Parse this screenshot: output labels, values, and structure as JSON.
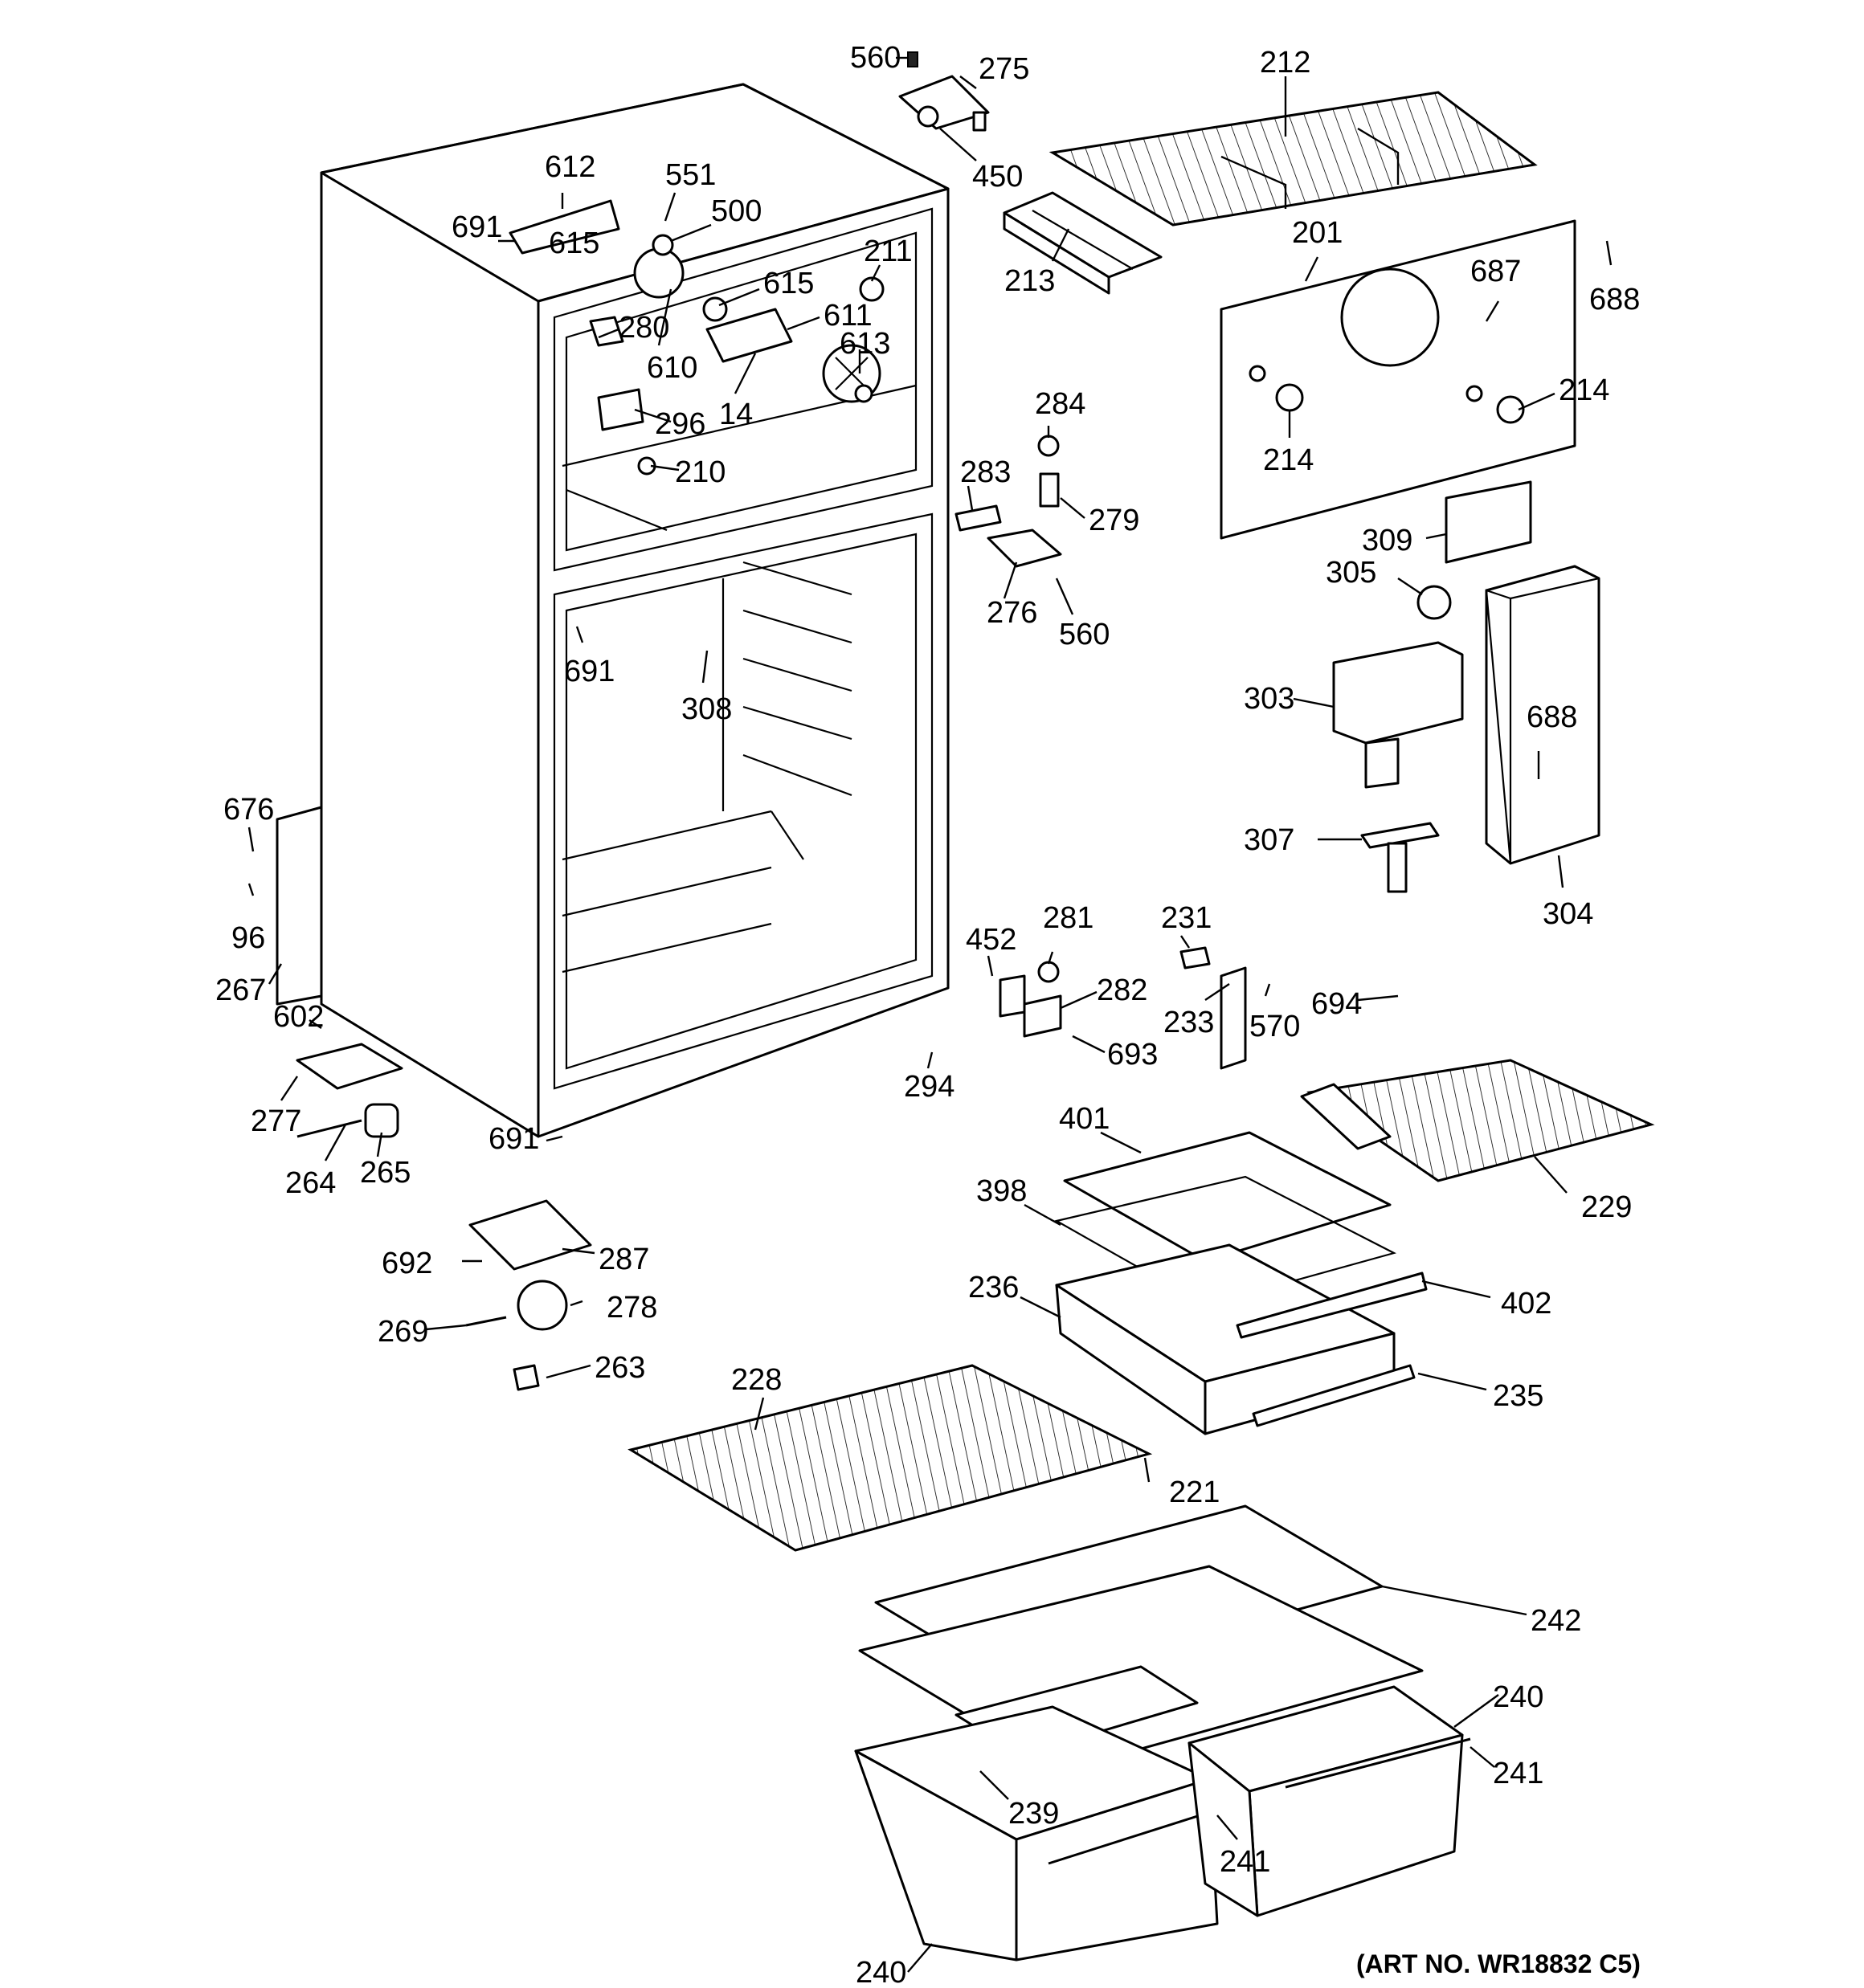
{
  "art_number": "(ART NO. WR18832 C5)",
  "callouts": {
    "c560a": "560",
    "c275": "275",
    "c450": "450",
    "c212": "212",
    "c213": "213",
    "c201": "201",
    "c687": "687",
    "c688a": "688",
    "c214a": "214",
    "c214b": "214",
    "c612": "612",
    "c551": "551",
    "c500": "500",
    "c691a": "691",
    "c615a": "615",
    "c211": "211",
    "c615b": "615",
    "c611": "611",
    "c280": "280",
    "c613": "613",
    "c610": "610",
    "c14": "14",
    "c296": "296",
    "c284": "284",
    "c210": "210",
    "c283": "283",
    "c279": "279",
    "c309": "309",
    "c305": "305",
    "c276": "276",
    "c560b": "560",
    "c691b": "691",
    "c308": "308",
    "c303": "303",
    "c688b": "688",
    "c307": "307",
    "c304": "304",
    "c676": "676",
    "c96": "96",
    "c267": "267",
    "c452": "452",
    "c281": "281",
    "c231": "231",
    "c282": "282",
    "c233": "233",
    "c570": "570",
    "c694": "694",
    "c693": "693",
    "c602": "602",
    "c294": "294",
    "c277": "277",
    "c401": "401",
    "c264": "264",
    "c265": "265",
    "c691c": "691",
    "c229": "229",
    "c398": "398",
    "c692": "692",
    "c287": "287",
    "c236": "236",
    "c402": "402",
    "c278": "278",
    "c269": "269",
    "c263": "263",
    "c235": "235",
    "c228": "228",
    "c221": "221",
    "c242": "242",
    "c240a": "240",
    "c241a": "241",
    "c239": "239",
    "c241b": "241",
    "c240b": "240"
  }
}
